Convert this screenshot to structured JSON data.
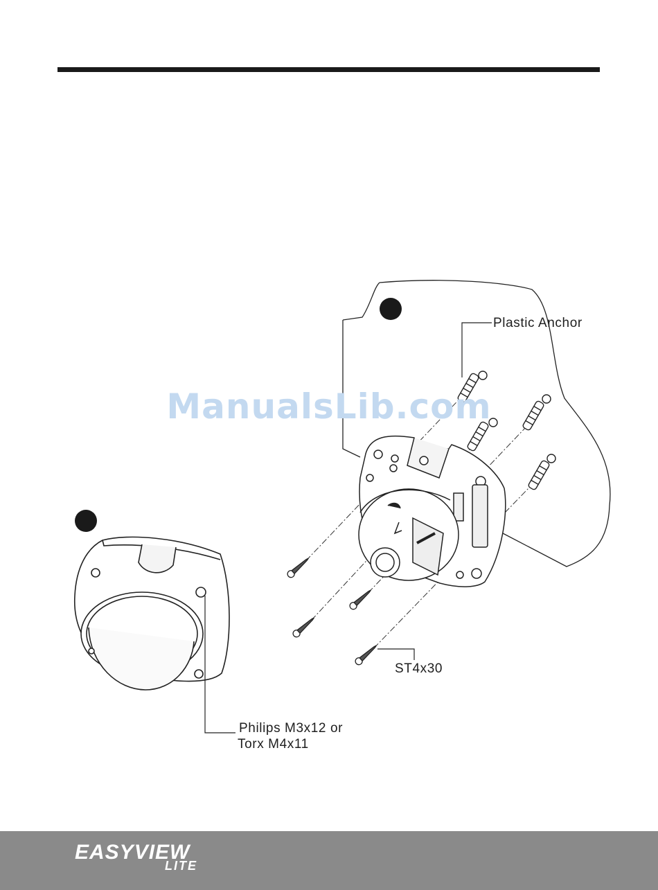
{
  "labels": {
    "plastic_anchor": "Plastic Anchor",
    "screw_st": "ST4x30",
    "screw_philips": "Philips M3x12 or",
    "screw_torx": "Torx M4x11"
  },
  "watermark": "ManualsLib.com",
  "footer": {
    "brand_line1": "EASYVIEW",
    "brand_line2": "LITE"
  },
  "colors": {
    "watermark": "#c3d9f0",
    "footer_band": "#8a8a8a",
    "rule": "#1a1a1a",
    "step_badge": "#1a1a1a"
  }
}
